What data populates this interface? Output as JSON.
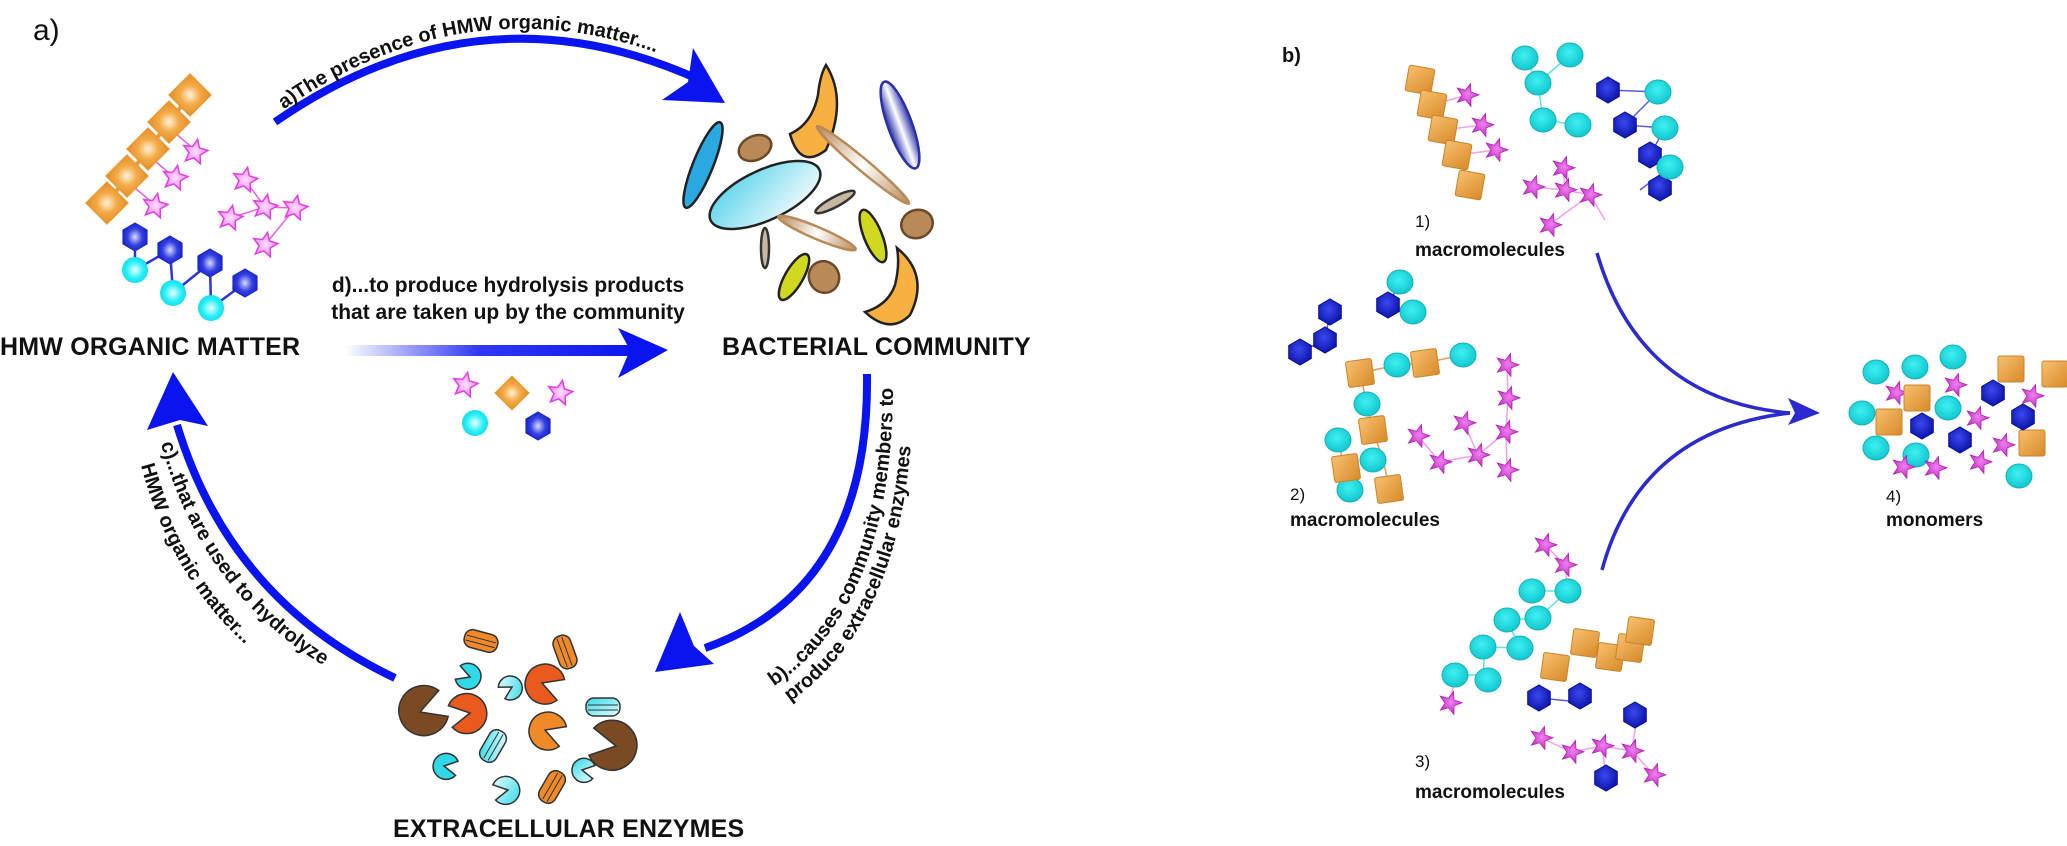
{
  "panel_a": {
    "letter": "a)",
    "nodes": {
      "organic_matter": "HMW ORGANIC MATTER",
      "bacterial_community": "BACTERIAL COMMUNITY",
      "enzymes": "EXTRACELLULAR ENZYMES"
    },
    "arrows": {
      "a": "a)The presence of HMW organic matter....",
      "b_line1": "b)...causes community members to",
      "b_line2": "produce extracellular enzymes",
      "c_line1": "c)...that are used to hydrolyze",
      "c_line2": "HMW organic matter...",
      "d_line1": "d)...to produce hydrolysis products",
      "d_line2": "that are taken up by the community"
    }
  },
  "panel_b": {
    "letter": "b)",
    "groups": [
      {
        "number": "1)",
        "name": "macromolecules"
      },
      {
        "number": "2)",
        "name": "macromolecules"
      },
      {
        "number": "3)",
        "name": "macromolecules"
      },
      {
        "number": "4)",
        "name": "monomers"
      }
    ]
  },
  "colors": {
    "arrow_blue": "#0a14f0",
    "arrow_blue_b": "#2a2ad0",
    "orange_square": "#f2a640",
    "magenta_star": "#e040e0",
    "cyan_circle": "#18e0e8",
    "blue_hexagon": "#1a28d8",
    "brown_bacteria": "#b88a58",
    "enzyme_orange_red": "#ea5a1e",
    "enzyme_brown": "#7a4a22"
  }
}
